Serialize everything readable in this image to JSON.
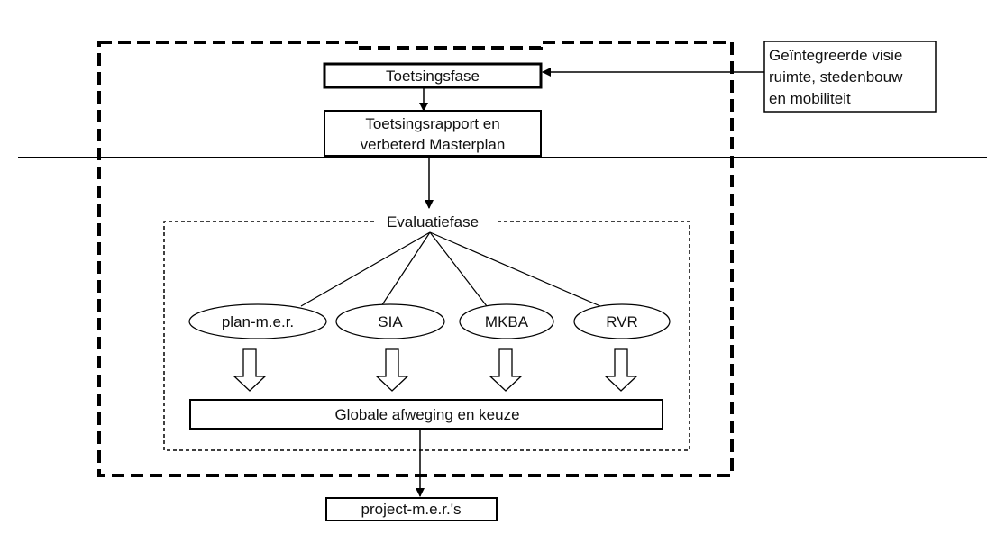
{
  "diagram": {
    "boxes": {
      "toetsingsfase": "Toetsingsfase",
      "rapport_line1": "Toetsingsrapport en",
      "rapport_line2": "verbeterd Masterplan",
      "visie_line1": "Geïntegreerde visie",
      "visie_line2": "ruimte, stedenbouw",
      "visie_line3": "en mobiliteit",
      "globale": "Globale afweging en keuze",
      "project": "project-m.e.r.'s"
    },
    "evaluatiefase": "Evaluatiefase",
    "instruments": [
      "plan-m.e.r.",
      "SIA",
      "MKBA",
      "RVR"
    ]
  }
}
